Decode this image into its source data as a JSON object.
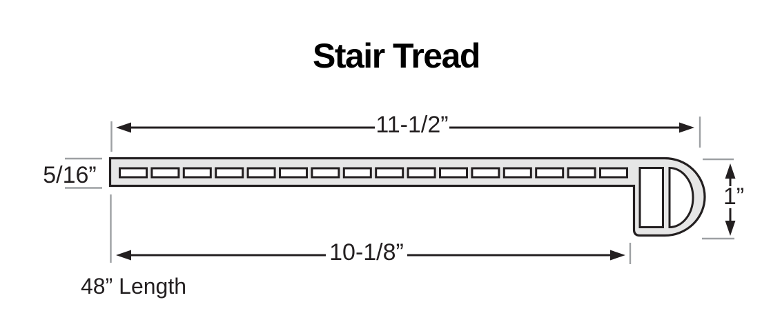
{
  "title": "Stair Tread",
  "labels": {
    "top_width": "11-1/2”",
    "thickness": "5/16”",
    "nose_height": "1”",
    "bottom_depth": "10-1/8”",
    "length": "48” Length"
  },
  "profile": {
    "groove_count": 16,
    "fill_color": "#e6e6e6",
    "outline_color": "#231f20",
    "extension_line_color": "#9da0a3",
    "dimension_color": "#231f20"
  }
}
